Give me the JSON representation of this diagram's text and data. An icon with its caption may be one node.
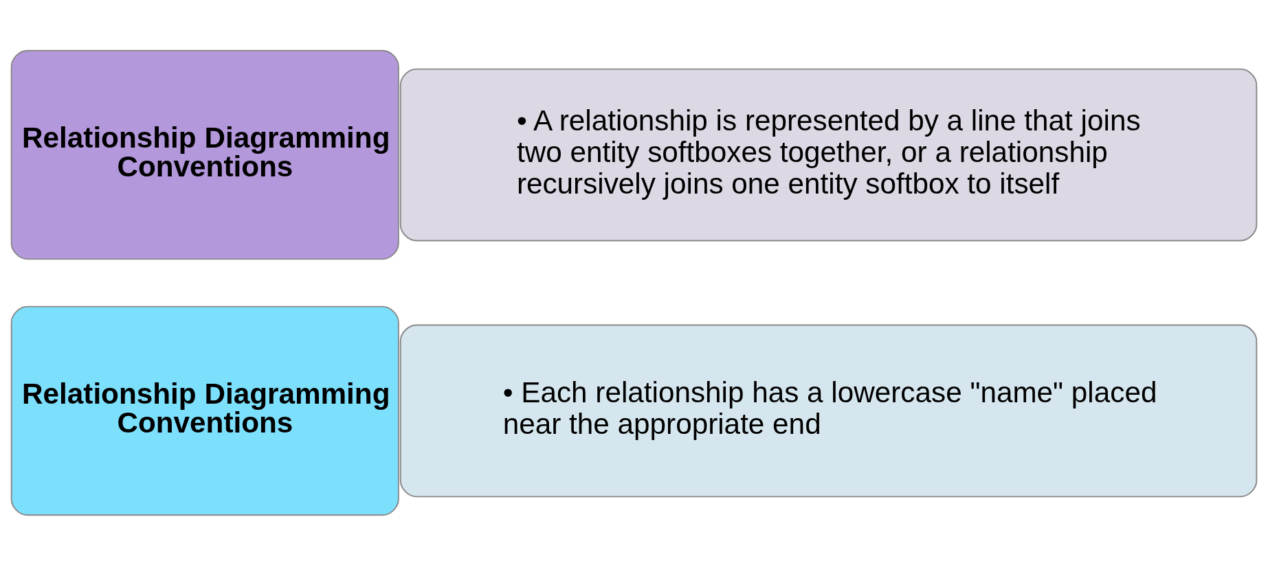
{
  "diagram": {
    "nodes": [
      {
        "text": [
          "Relationship Diagramming Conventions"
        ]
      },
      {
        "text": [
          "• A relationship is represented by a line that joins two entity softboxes together, or a relationship recursively joins one entity softbox to itself"
        ]
      },
      {
        "text": [
          "Relationship Diagramming Conventions"
        ]
      },
      {
        "text": [
          "• Each relationship has a lowercase \"name\" placed near the appropriate end"
        ]
      }
    ]
  }
}
